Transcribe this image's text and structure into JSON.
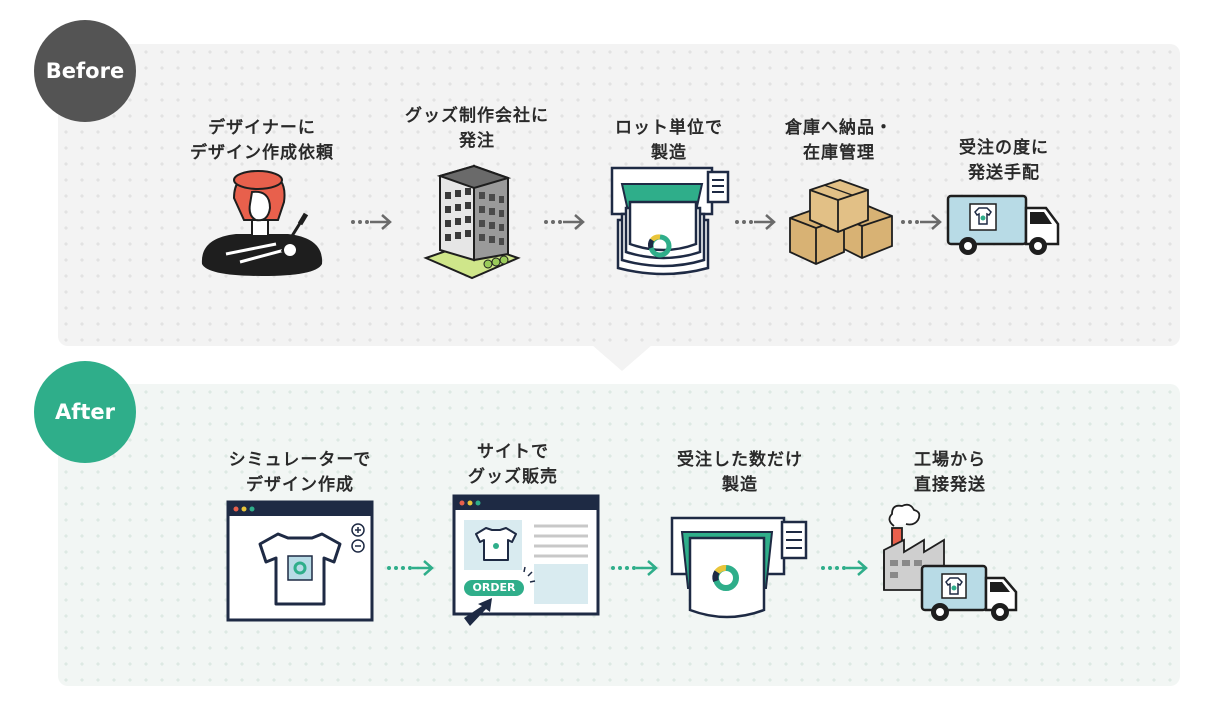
{
  "before": {
    "badge": "Before",
    "steps": [
      {
        "line1": "デザイナーに",
        "line2": "デザイン作成依頼"
      },
      {
        "line1": "グッズ制作会社に",
        "line2": "発注"
      },
      {
        "line1": "ロット単位で",
        "line2": "製造"
      },
      {
        "line1": "倉庫へ納品・",
        "line2": "在庫管理"
      },
      {
        "line1": "受注の度に",
        "line2": "発送手配"
      }
    ]
  },
  "after": {
    "badge": "After",
    "order_label": "ORDER",
    "steps": [
      {
        "line1": "シミュレーターで",
        "line2": "デザイン作成"
      },
      {
        "line1": "サイトで",
        "line2": "グッズ販売"
      },
      {
        "line1": "受注した数だけ",
        "line2": "製造"
      },
      {
        "line1": "工場から",
        "line2": "直接発送"
      }
    ]
  },
  "colors": {
    "accent_green": "#2fae8a",
    "before_badge": "#545454",
    "designer_hair": "#e8604c",
    "box_tan": "#d8b274",
    "truck_blue": "#b8dbe6",
    "navy": "#1e2a44"
  }
}
